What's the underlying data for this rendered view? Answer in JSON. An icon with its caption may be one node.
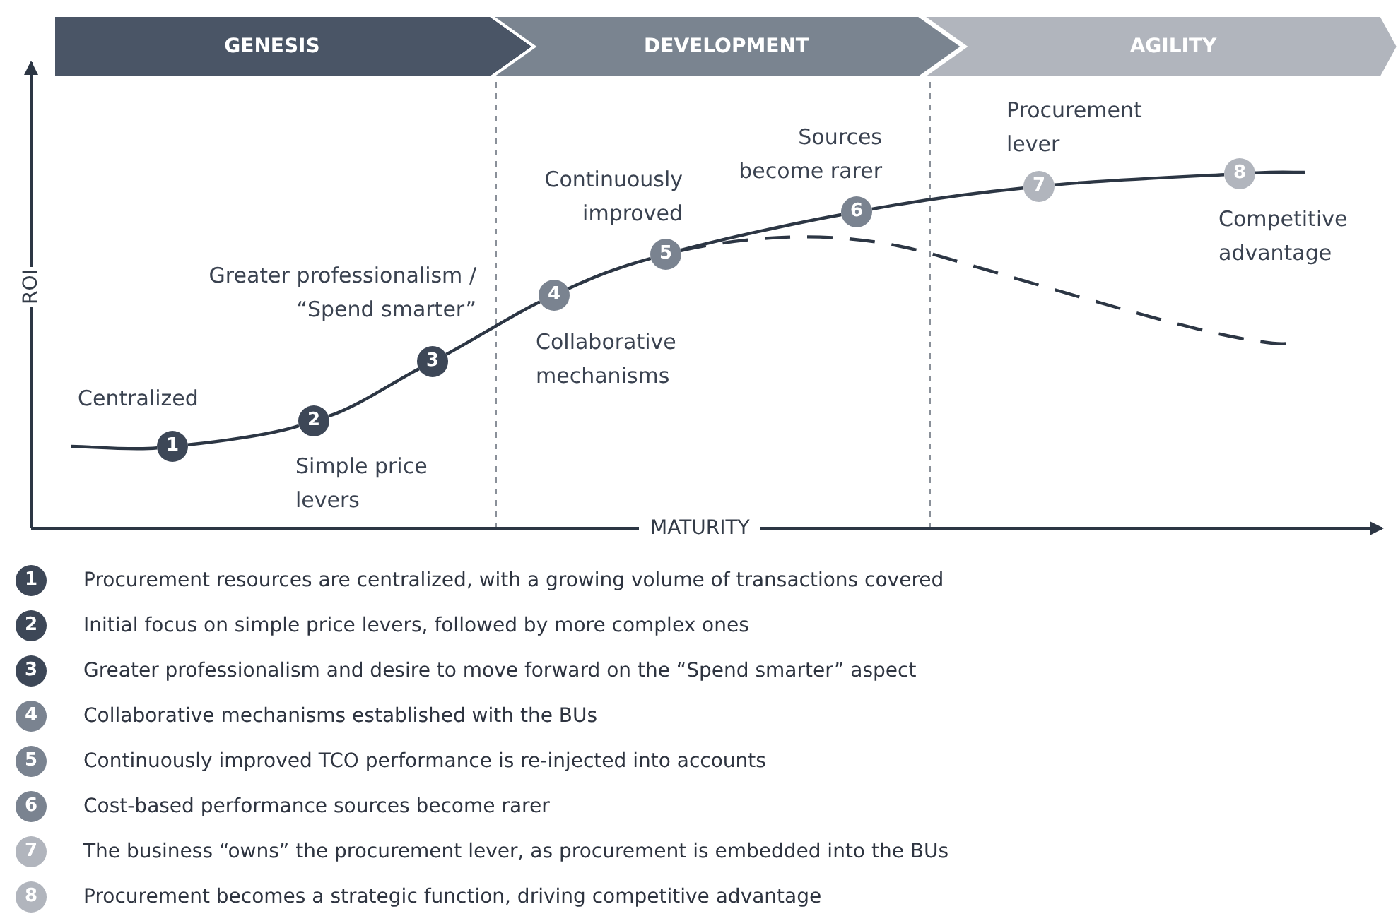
{
  "diagram": {
    "nodes": [
      {
        "text": [
          "GENESIS"
        ]
      },
      {
        "text": [
          "DEVELOPMENT"
        ]
      },
      {
        "text": [
          "AGILITY"
        ]
      },
      {
        "text": [
          "1"
        ],
        "beside": [
          "Centralized"
        ]
      },
      {
        "text": [
          "2"
        ],
        "beside": [
          "Simple price levers"
        ]
      },
      {
        "text": [
          "3"
        ],
        "beside": [
          "Greater professionalism / “Spend smarter”"
        ]
      },
      {
        "text": [
          "4"
        ],
        "beside": [
          "Collaborative mechanisms"
        ]
      },
      {
        "text": [
          "5"
        ],
        "beside": [
          "Continuously improved"
        ]
      },
      {
        "text": [
          "6"
        ],
        "beside": [
          "Sources become rarer"
        ]
      },
      {
        "text": [
          "7"
        ],
        "beside": [
          "Procurement lever"
        ]
      },
      {
        "text": [
          "8"
        ],
        "beside": [
          "Competitive advantage"
        ]
      },
      {
        "text": [
          "1"
        ],
        "beside": [
          "Procurement resources are centralized, with a growing volume of transactions  covered"
        ]
      },
      {
        "text": [
          "2"
        ],
        "beside": [
          "Initial focus on simple price levers, followed by more complex ones"
        ]
      },
      {
        "text": [
          "3"
        ],
        "beside": [
          "Greater professionalism and desire to move forward on the “Spend smarter” aspect"
        ]
      },
      {
        "text": [
          "4"
        ],
        "beside": [
          "Collaborative mechanisms established with the BUs"
        ]
      },
      {
        "text": [
          "5"
        ],
        "beside": [
          "Continuously improved TCO performance is re-injected into accounts"
        ]
      },
      {
        "text": [
          "6"
        ],
        "beside": [
          "Cost-based performance sources become rarer"
        ]
      },
      {
        "text": [
          "7"
        ],
        "beside": [
          "The business “owns” the procurement lever, as procurement is embedded into the BUs"
        ]
      },
      {
        "text": [
          "8"
        ],
        "beside": [
          "Procurement becomes a strategic function, driving competitive advantage"
        ]
      }
    ],
    "edges": [
      {
        "from": null,
        "to": 3,
        "arrow": "none"
      },
      {
        "from": 3,
        "to": 4,
        "arrow": "none"
      },
      {
        "from": 4,
        "to": 5,
        "arrow": "none"
      },
      {
        "from": 5,
        "to": 6,
        "arrow": "none"
      },
      {
        "from": 6,
        "to": 7,
        "arrow": "none"
      },
      {
        "from": 7,
        "to": 8,
        "arrow": "none"
      },
      {
        "from": 8,
        "to": 9,
        "arrow": "none"
      },
      {
        "from": 9,
        "to": 10,
        "arrow": "none"
      },
      {
        "from": 10,
        "to": null,
        "arrow": "none"
      },
      {
        "from": 7,
        "to": null,
        "arrow": "none",
        "style": "dashed"
      }
    ],
    "labels": [
      "ROI",
      "MATURITY"
    ]
  }
}
